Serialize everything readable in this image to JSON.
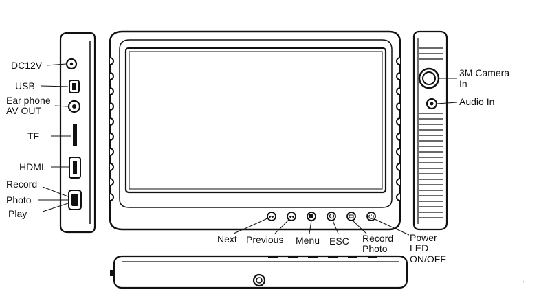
{
  "left_panel_labels": {
    "dc12v": "DC12V",
    "usb": "USB",
    "earphone": "Ear phone",
    "av_out": "AV OUT",
    "tf": "TF",
    "hdmi": "HDMI",
    "record": "Record",
    "photo": "Photo",
    "play": "Play"
  },
  "right_panel_labels": {
    "camera_line1": "3M Camera",
    "camera_line2": "In",
    "audio_in": "Audio In"
  },
  "front_button_labels": {
    "next": "Next",
    "previous": "Previous",
    "menu": "Menu",
    "esc": "ESC",
    "record": "Record",
    "photo": "Photo",
    "power": "Power",
    "led": "LED",
    "on_off": "ON/OFF"
  },
  "corner_mark": "+"
}
